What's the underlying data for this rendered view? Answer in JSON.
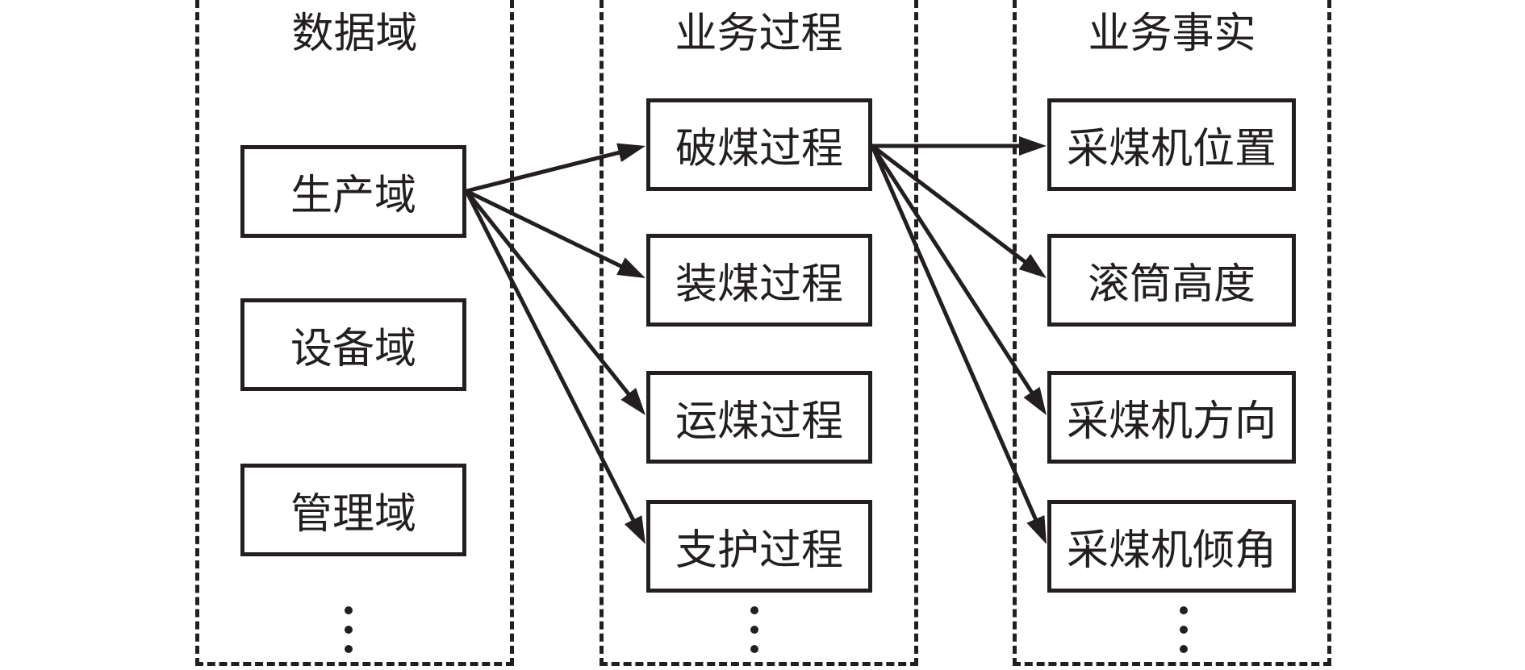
{
  "columns": {
    "domain": {
      "title": "数据域",
      "items": [
        "生产域",
        "设备域",
        "管理域"
      ]
    },
    "process": {
      "title": "业务过程",
      "items": [
        "破煤过程",
        "装煤过程",
        "运煤过程",
        "支护过程"
      ]
    },
    "fact": {
      "title": "业务事实",
      "items": [
        "采煤机位置",
        "滚筒高度",
        "采煤机方向",
        "采煤机倾角"
      ]
    }
  },
  "edges": [
    {
      "from": "生产域",
      "to": "破煤过程"
    },
    {
      "from": "生产域",
      "to": "装煤过程"
    },
    {
      "from": "生产域",
      "to": "运煤过程"
    },
    {
      "from": "生产域",
      "to": "支护过程"
    },
    {
      "from": "破煤过程",
      "to": "采煤机位置"
    },
    {
      "from": "破煤过程",
      "to": "滚筒高度"
    },
    {
      "from": "破煤过程",
      "to": "采煤机方向"
    },
    {
      "from": "破煤过程",
      "to": "采煤机倾角"
    }
  ],
  "colors": {
    "stroke": "#231f20",
    "background": "#ffffff"
  }
}
